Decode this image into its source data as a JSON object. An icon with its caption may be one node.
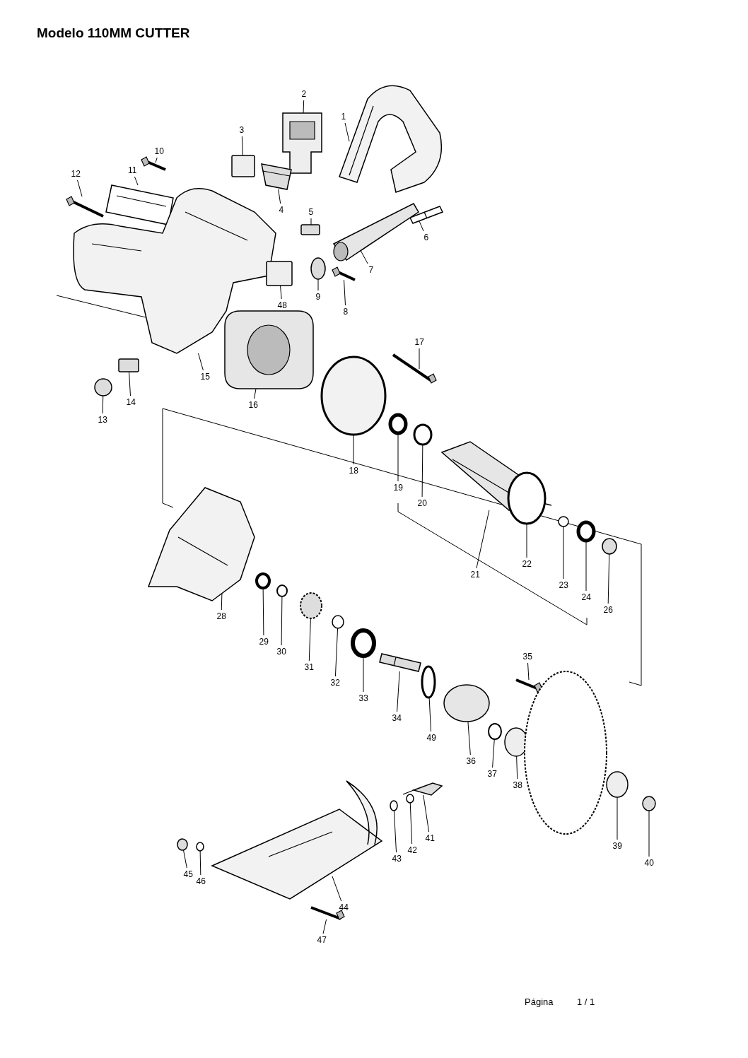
{
  "diagram": {
    "title": "Modelo 110MM CUTTER",
    "nodes": [
      {
        "text": [
          "1"
        ]
      },
      {
        "text": [
          "2"
        ]
      },
      {
        "text": [
          "3"
        ]
      },
      {
        "text": [
          "4"
        ]
      },
      {
        "text": [
          "5"
        ]
      },
      {
        "text": [
          "6"
        ]
      },
      {
        "text": [
          "7"
        ]
      },
      {
        "text": [
          "8"
        ]
      },
      {
        "text": [
          "9"
        ]
      },
      {
        "text": [
          "10"
        ]
      },
      {
        "text": [
          "11"
        ]
      },
      {
        "text": [
          "12"
        ]
      },
      {
        "text": [
          "13"
        ]
      },
      {
        "text": [
          "14"
        ]
      },
      {
        "text": [
          "15"
        ]
      },
      {
        "text": [
          "16"
        ]
      },
      {
        "text": [
          "17"
        ]
      },
      {
        "text": [
          "18"
        ]
      },
      {
        "text": [
          "19"
        ]
      },
      {
        "text": [
          "20"
        ]
      },
      {
        "text": [
          "21"
        ]
      },
      {
        "text": [
          "22"
        ]
      },
      {
        "text": [
          "23"
        ]
      },
      {
        "text": [
          "24"
        ]
      },
      {
        "text": [
          "26"
        ]
      },
      {
        "text": [
          "28"
        ]
      },
      {
        "text": [
          "29"
        ]
      },
      {
        "text": [
          "30"
        ]
      },
      {
        "text": [
          "31"
        ]
      },
      {
        "text": [
          "32"
        ]
      },
      {
        "text": [
          "33"
        ]
      },
      {
        "text": [
          "34"
        ]
      },
      {
        "text": [
          "35"
        ]
      },
      {
        "text": [
          "36"
        ]
      },
      {
        "text": [
          "37"
        ]
      },
      {
        "text": [
          "38"
        ]
      },
      {
        "text": [
          "39"
        ]
      },
      {
        "text": [
          "40"
        ]
      },
      {
        "text": [
          "41"
        ]
      },
      {
        "text": [
          "42"
        ]
      },
      {
        "text": [
          "43"
        ]
      },
      {
        "text": [
          "44"
        ]
      },
      {
        "text": [
          "45"
        ]
      },
      {
        "text": [
          "46"
        ]
      },
      {
        "text": [
          "47"
        ]
      },
      {
        "text": [
          "48"
        ]
      },
      {
        "text": [
          "49"
        ]
      },
      {
        "text": [],
        "shape": "picture"
      },
      {
        "text": [],
        "shape": "picture"
      },
      {
        "text": [],
        "shape": "box"
      },
      {
        "text": [],
        "shape": "picture"
      },
      {
        "text": [],
        "shape": "box"
      },
      {
        "text": [],
        "shape": "picture"
      },
      {
        "text": [],
        "shape": "picture"
      },
      {
        "text": [],
        "shape": "picture"
      },
      {
        "text": [],
        "shape": "circle"
      },
      {
        "text": [],
        "shape": "picture"
      },
      {
        "text": [],
        "shape": "picture"
      },
      {
        "text": [],
        "shape": "picture"
      },
      {
        "text": [],
        "shape": "circle"
      },
      {
        "text": [],
        "shape": "box"
      },
      {
        "text": [],
        "shape": "picture"
      },
      {
        "text": [],
        "shape": "picture"
      },
      {
        "text": [],
        "shape": "picture"
      },
      {
        "text": [],
        "shape": "circle"
      },
      {
        "text": [],
        "shape": "circle"
      },
      {
        "text": [],
        "shape": "circle"
      },
      {
        "text": [],
        "shape": "picture"
      },
      {
        "text": [],
        "shape": "circle"
      },
      {
        "text": [],
        "shape": "circle"
      },
      {
        "text": [],
        "shape": "circle"
      },
      {
        "text": [],
        "shape": "circle"
      },
      {
        "text": [],
        "shape": "picture"
      },
      {
        "text": [],
        "shape": "circle"
      },
      {
        "text": [],
        "shape": "circle"
      },
      {
        "text": [],
        "shape": "circle"
      },
      {
        "text": [],
        "shape": "circle"
      },
      {
        "text": [],
        "shape": "circle"
      },
      {
        "text": [],
        "shape": "picture"
      },
      {
        "text": [],
        "shape": "picture"
      },
      {
        "text": [],
        "shape": "circle"
      },
      {
        "text": [],
        "shape": "circle"
      },
      {
        "text": [],
        "shape": "circle"
      },
      {
        "text": [],
        "shape": "circle"
      },
      {
        "text": [],
        "shape": "circle"
      },
      {
        "text": [],
        "shape": "picture"
      },
      {
        "text": [],
        "shape": "circle"
      },
      {
        "text": [],
        "shape": "circle"
      },
      {
        "text": [],
        "shape": "picture"
      },
      {
        "text": [],
        "shape": "circle"
      },
      {
        "text": [],
        "shape": "circle"
      },
      {
        "text": [],
        "shape": "picture"
      },
      {
        "text": [],
        "shape": "box"
      },
      {
        "text": [],
        "shape": "circle"
      }
    ],
    "edges": [
      {
        "from": 0,
        "to": 47,
        "arrow": "none"
      },
      {
        "from": 1,
        "to": 48,
        "arrow": "none"
      },
      {
        "from": 2,
        "to": 49,
        "arrow": "none"
      },
      {
        "from": 3,
        "to": 50,
        "arrow": "none"
      },
      {
        "from": 4,
        "to": 51,
        "arrow": "none"
      },
      {
        "from": 5,
        "to": 52,
        "arrow": "none"
      },
      {
        "from": 6,
        "to": 53,
        "arrow": "none"
      },
      {
        "from": 7,
        "to": 54,
        "arrow": "none"
      },
      {
        "from": 8,
        "to": 55,
        "arrow": "none"
      },
      {
        "from": 9,
        "to": 56,
        "arrow": "none"
      },
      {
        "from": 10,
        "to": 57,
        "arrow": "none"
      },
      {
        "from": 11,
        "to": 58,
        "arrow": "none"
      },
      {
        "from": 12,
        "to": 59,
        "arrow": "none"
      },
      {
        "from": 13,
        "to": 60,
        "arrow": "none"
      },
      {
        "from": 14,
        "to": 61,
        "arrow": "none"
      },
      {
        "from": 15,
        "to": 62,
        "arrow": "none"
      },
      {
        "from": 16,
        "to": 63,
        "arrow": "none"
      },
      {
        "from": 17,
        "to": 64,
        "arrow": "none"
      },
      {
        "from": 18,
        "to": 65,
        "arrow": "none"
      },
      {
        "from": 19,
        "to": 66,
        "arrow": "none"
      },
      {
        "from": 20,
        "to": 67,
        "arrow": "none"
      },
      {
        "from": 21,
        "to": 68,
        "arrow": "none"
      },
      {
        "from": 22,
        "to": 69,
        "arrow": "none"
      },
      {
        "from": 23,
        "to": 70,
        "arrow": "none"
      },
      {
        "from": 24,
        "to": 71,
        "arrow": "none"
      },
      {
        "from": 25,
        "to": 72,
        "arrow": "none"
      },
      {
        "from": 26,
        "to": 73,
        "arrow": "none"
      },
      {
        "from": 27,
        "to": 74,
        "arrow": "none"
      },
      {
        "from": 28,
        "to": 75,
        "arrow": "none"
      },
      {
        "from": 29,
        "to": 76,
        "arrow": "none"
      },
      {
        "from": 30,
        "to": 77,
        "arrow": "none"
      },
      {
        "from": 31,
        "to": 78,
        "arrow": "none"
      },
      {
        "from": 32,
        "to": 79,
        "arrow": "none"
      },
      {
        "from": 33,
        "to": 80,
        "arrow": "none"
      },
      {
        "from": 34,
        "to": 81,
        "arrow": "none"
      },
      {
        "from": 35,
        "to": 82,
        "arrow": "none"
      },
      {
        "from": 36,
        "to": 83,
        "arrow": "none"
      },
      {
        "from": 37,
        "to": 84,
        "arrow": "none"
      },
      {
        "from": 38,
        "to": 85,
        "arrow": "none"
      },
      {
        "from": 39,
        "to": 86,
        "arrow": "none"
      },
      {
        "from": 40,
        "to": 87,
        "arrow": "none"
      },
      {
        "from": 41,
        "to": 88,
        "arrow": "none"
      },
      {
        "from": 42,
        "to": 89,
        "arrow": "none"
      },
      {
        "from": 43,
        "to": 90,
        "arrow": "none"
      },
      {
        "from": 44,
        "to": 91,
        "arrow": "none"
      },
      {
        "from": 45,
        "to": 92,
        "arrow": "none"
      },
      {
        "from": 46,
        "to": 93,
        "arrow": "none"
      }
    ],
    "labels": [
      "Página",
      "1 / 1"
    ]
  }
}
